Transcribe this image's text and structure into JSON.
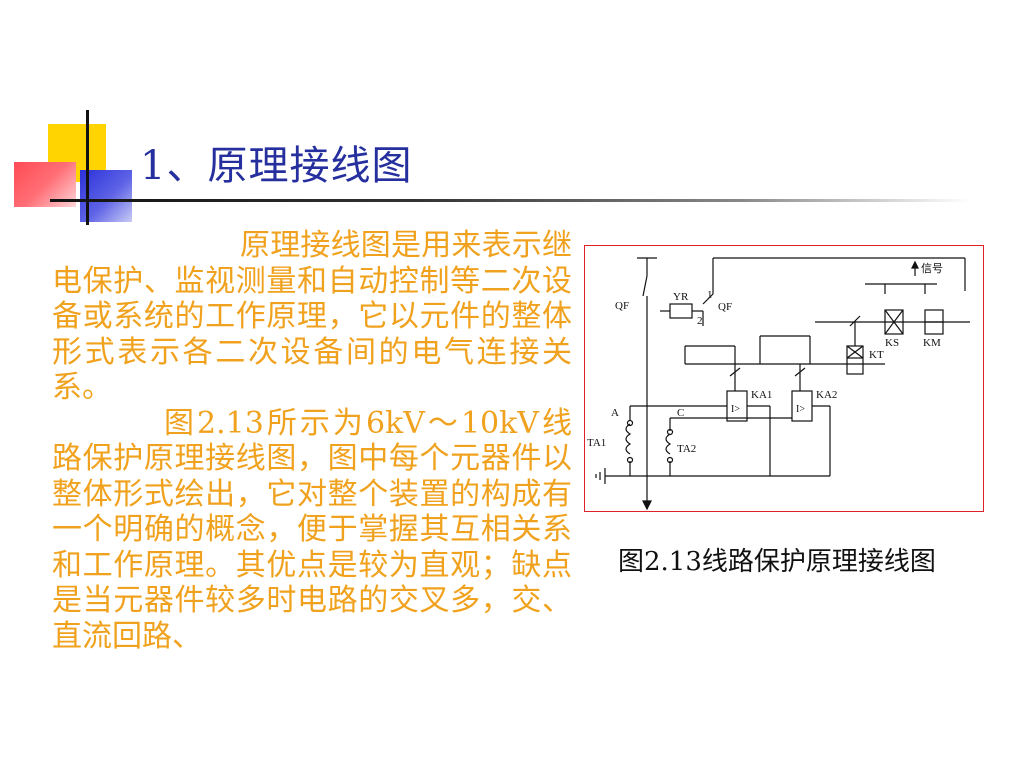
{
  "title": "1、原理接线图",
  "paragraphs": [
    "原理接线图是用来表示继电保护、监视测量和自动控制等二次设备或系统的工作原理，它以元件的整体形式表示各二次设备间的电气连接关系。",
    "图2.13所示为6kV～10kV线路保护原理接线图，图中每个元器件以整体形式绘出，它对整个装置的构成有一个明确的概念，便于掌握其互相关系和工作原理。其优点是较为直观；缺点是当元器件较多时电路的交叉多，交、直流回路、"
  ],
  "figure": {
    "caption": "图2.13线路保护原理接线图",
    "labels": {
      "qf_left": "QF",
      "yr": "YR",
      "num1": "1",
      "num2": "2",
      "qf_right": "QF",
      "signal": "信号",
      "ks": "KS",
      "km": "KM",
      "kt": "KT",
      "ka1": "KA1",
      "ka2": "KA2",
      "a": "A",
      "c": "C",
      "ta1": "TA1",
      "ta2": "TA2",
      "relay1": "I>",
      "relay2": "I>"
    }
  },
  "colors": {
    "title": "#262f9e",
    "body": "#f0a21e",
    "figure_border": "#e0202a"
  }
}
